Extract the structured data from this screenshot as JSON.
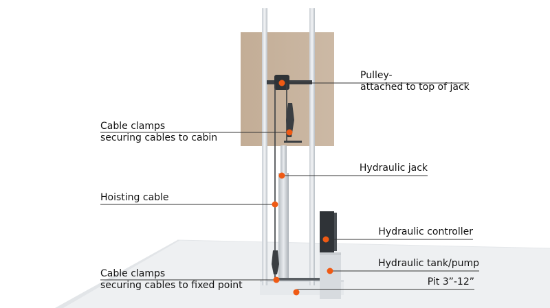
{
  "labels": {
    "pulley": {
      "line1": "Pulley-",
      "line2": "attached to top of jack"
    },
    "cable_clamps_cabin": {
      "line1": "Cable clamps",
      "line2": "securing cables to cabin"
    },
    "hydraulic_jack": "Hydraulic jack",
    "hoisting_cable": "Hoisting cable",
    "hydraulic_controller": "Hydraulic controller",
    "hydraulic_tank": "Hydraulic tank/pump",
    "cable_clamps_fixed": {
      "line1": "Cable clamps",
      "line2": "securing cables to fixed point"
    },
    "pit": "Pit 3”-12”"
  },
  "colors": {
    "marker": "#ef5a14",
    "leader": "#333333",
    "cabin": "#c8b5a0",
    "rail": "#d9dde1",
    "floor": "#eceff1"
  }
}
